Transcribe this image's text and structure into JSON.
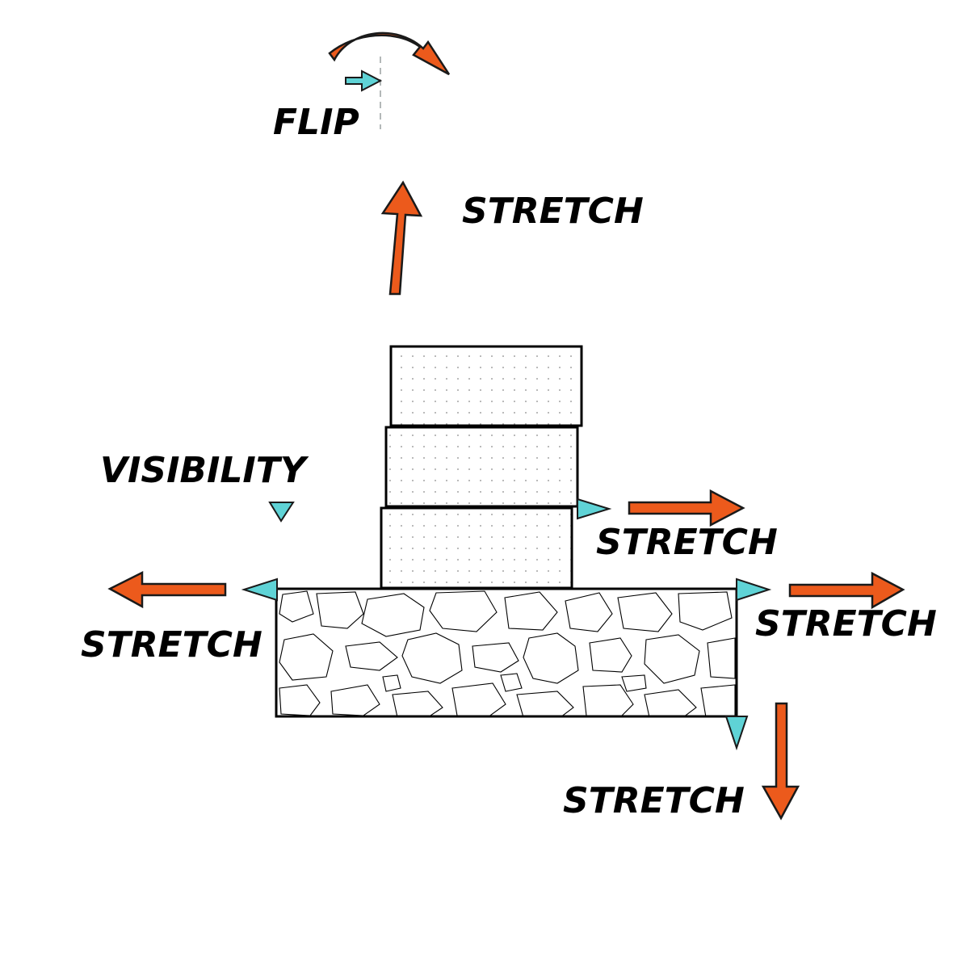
{
  "labels": {
    "flip": "FLIP",
    "visibility": "VISIBILITY",
    "stretch_top": "STRETCH",
    "stretch_mid_right": "STRETCH",
    "stretch_left": "STRETCH",
    "stretch_right": "STRETCH",
    "stretch_bottom": "STRETCH"
  },
  "colors": {
    "arrow": "#ec5a1c",
    "grip": "#5fd3d6",
    "outline": "#1a1a1a"
  }
}
